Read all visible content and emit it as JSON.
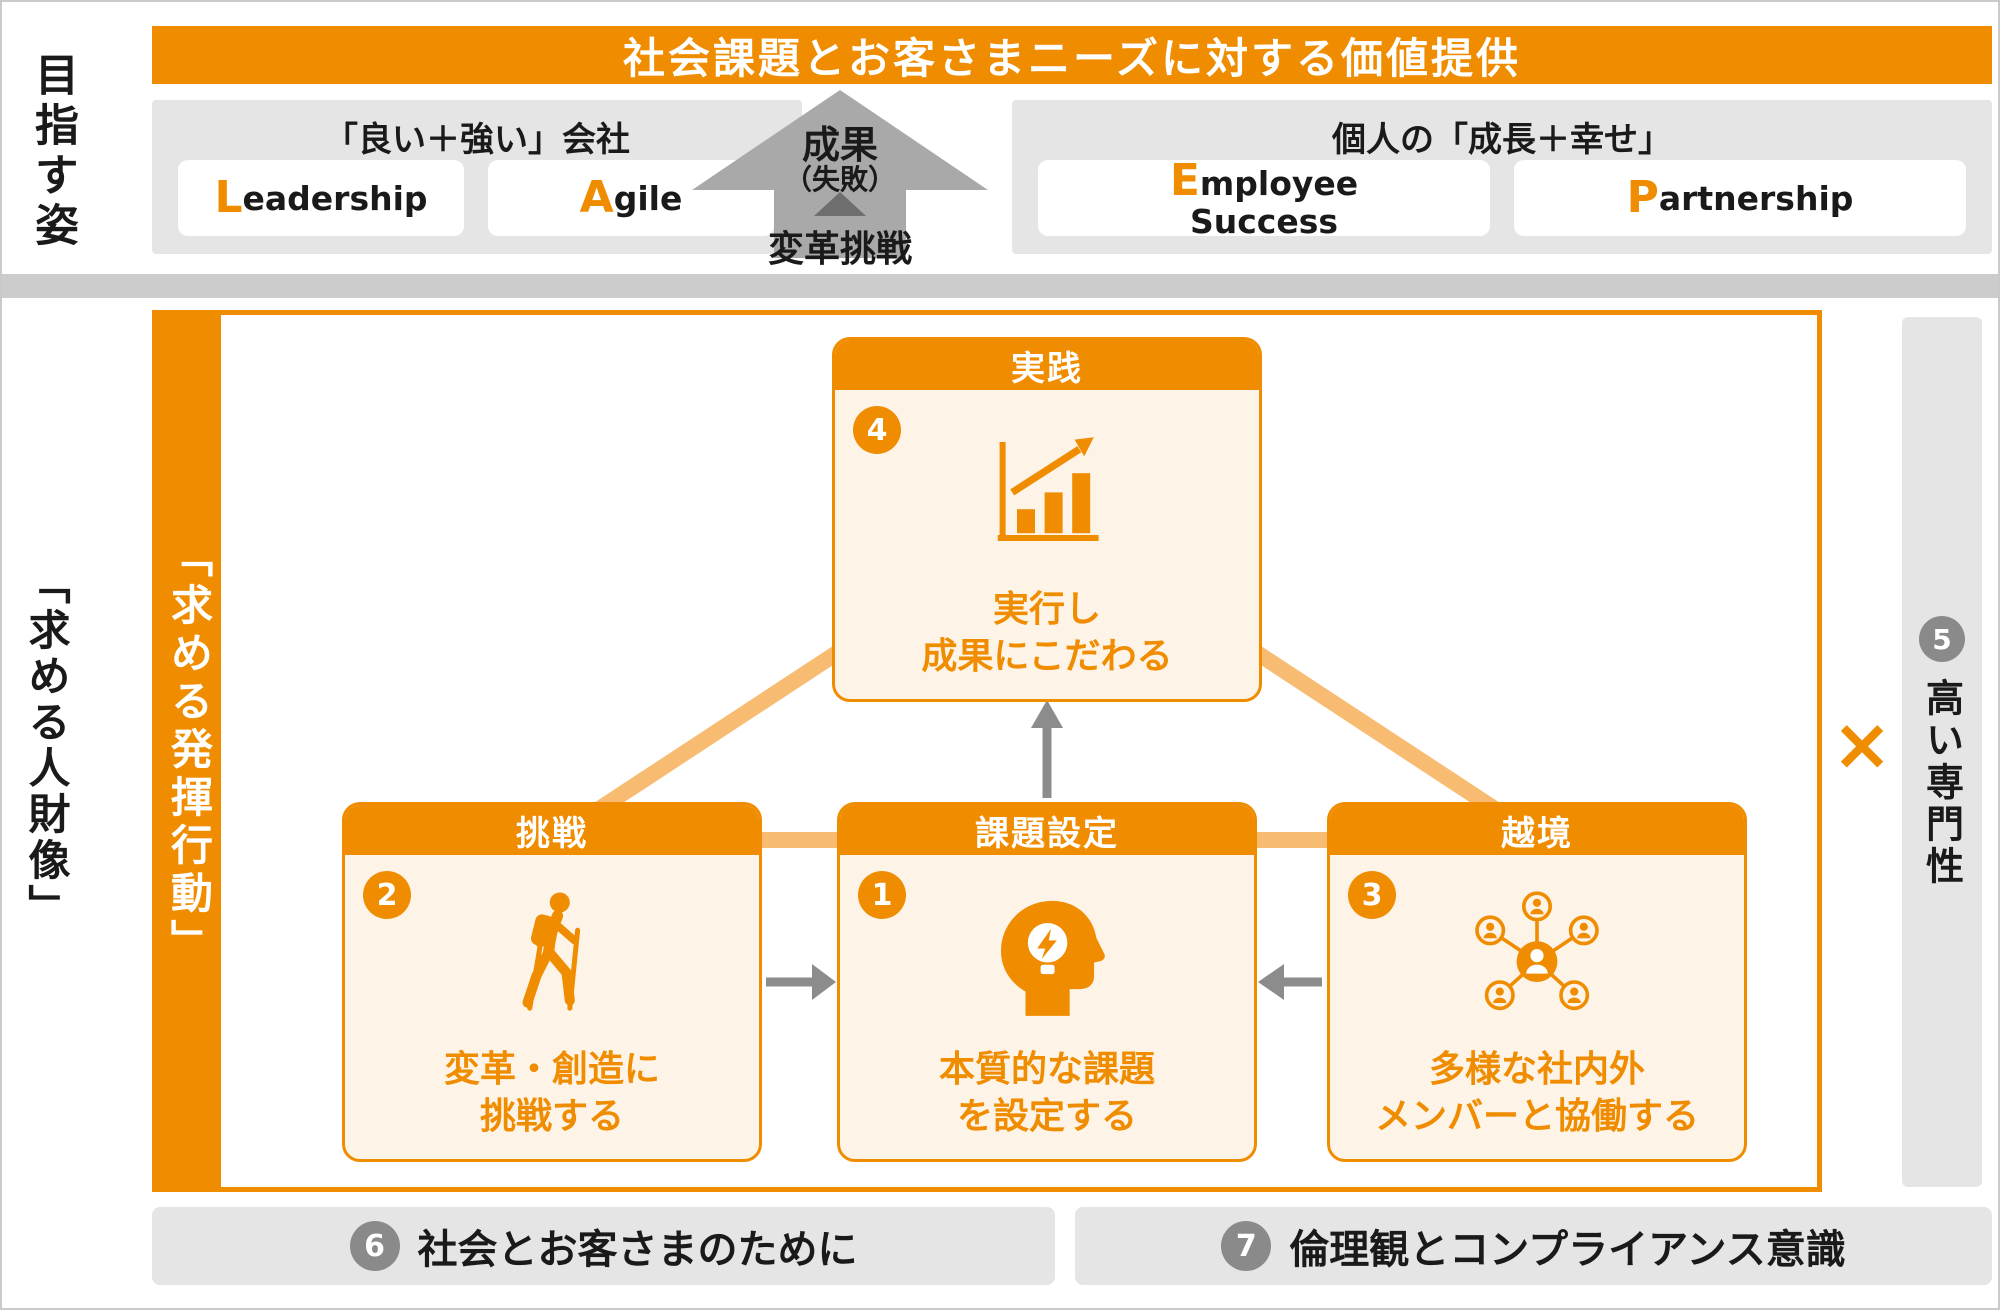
{
  "colors": {
    "orange": "#F08C00",
    "light_orange_connector": "#F7BC72",
    "card_body_cream": "#FDF3E6",
    "gray_panel": "#E5E5E5",
    "divider_gray": "#CCCCCC",
    "big_arrow_gray": "#A9A9A9",
    "small_triangle_gray": "#6E6E6E",
    "badge_gray": "#8A8A8A",
    "text_black": "#1A1A1A"
  },
  "top": {
    "side_label": "目指す姿",
    "banner": "社会課題とお客さまニーズに対する価値提供",
    "company_box": {
      "title": "「良い＋強い」会社",
      "leadership": {
        "initial": "L",
        "rest": "eadership"
      },
      "agile": {
        "initial": "A",
        "rest": "gile"
      }
    },
    "arrow": {
      "result": "成果",
      "failure": "（失敗）",
      "challenge": "変革挑戦"
    },
    "personal_box": {
      "title": "個人の「成長＋幸せ」",
      "employee": {
        "initial": "E",
        "rest": "mployee",
        "line2": "Success"
      },
      "partnership": {
        "initial": "P",
        "rest": "artnership"
      }
    }
  },
  "bottom": {
    "side_label": "「求める人財像」",
    "behavior_bar": "「求める発揮行動」",
    "cards": {
      "practice": {
        "number": "4",
        "header": "実践",
        "icon": "bar-chart-icon",
        "line1": "実行し",
        "line2": "成果にこだわる"
      },
      "challenge": {
        "number": "2",
        "header": "挑戦",
        "icon": "hiker-icon",
        "line1": "変革・創造に",
        "line2": "挑戦する"
      },
      "problem": {
        "number": "1",
        "header": "課題設定",
        "icon": "head-lightbulb-icon",
        "line1": "本質的な課題",
        "line2": "を設定する"
      },
      "crossborder": {
        "number": "3",
        "header": "越境",
        "icon": "people-network-icon",
        "line1": "多様な社内外",
        "line2": "メンバーと協働する"
      }
    },
    "multiply": "×",
    "expertise": {
      "number": "5",
      "label": "高い専門性"
    },
    "foundations": [
      {
        "number": "6",
        "label": "社会とお客さまのために"
      },
      {
        "number": "7",
        "label": "倫理観とコンプライアンス意識"
      }
    ]
  }
}
